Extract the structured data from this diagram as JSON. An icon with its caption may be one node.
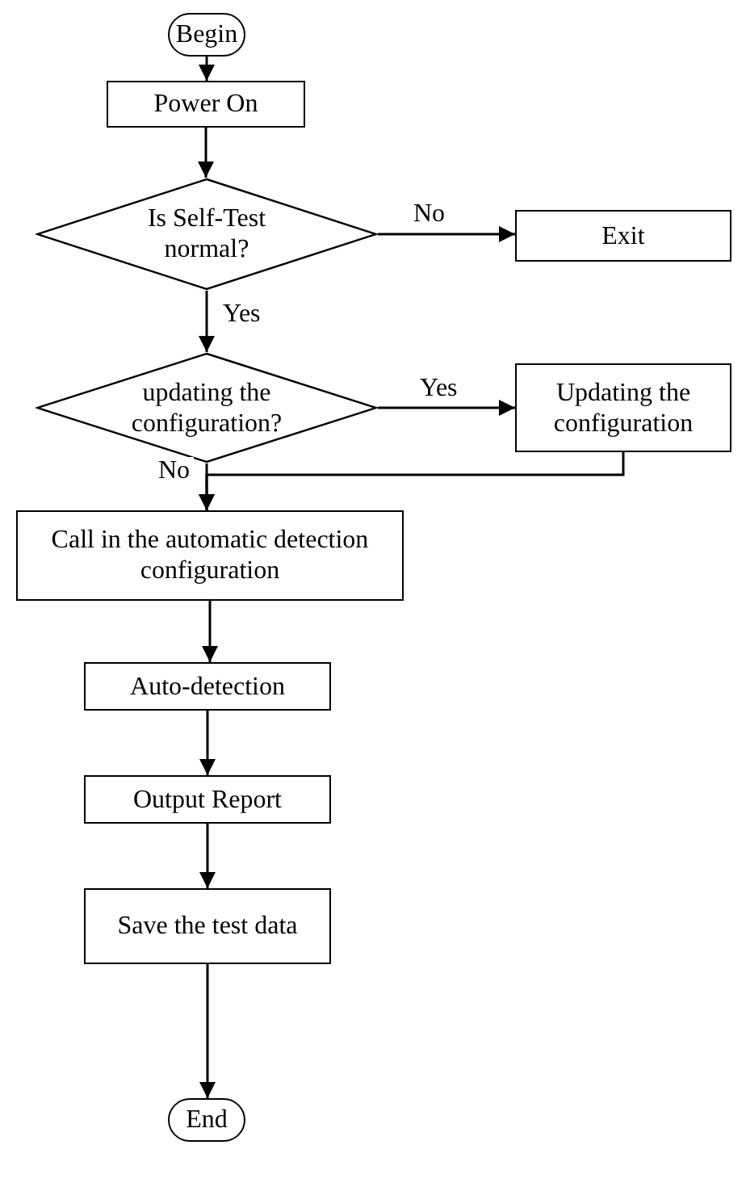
{
  "diagram": {
    "nodes": [
      {
        "text": [
          "Begin"
        ]
      },
      {
        "text": [
          "Power On"
        ]
      },
      {
        "text": [
          "Is Self-Test normal?"
        ]
      },
      {
        "text": [
          "Exit"
        ]
      },
      {
        "text": [
          "updating the configuration?"
        ]
      },
      {
        "text": [
          "Updating the configuration"
        ]
      },
      {
        "text": [
          "Call in the automatic detection configuration"
        ]
      },
      {
        "text": [
          "Auto-detection"
        ]
      },
      {
        "text": [
          "Output Report"
        ]
      },
      {
        "text": [
          "Save the test data"
        ]
      },
      {
        "text": [
          "End"
        ]
      }
    ],
    "edges": [
      {
        "from": 0,
        "to": 1,
        "arrow": "to"
      },
      {
        "from": 1,
        "to": 2,
        "arrow": "to"
      },
      {
        "from": 2,
        "to": 3,
        "arrow": "to",
        "label": "No"
      },
      {
        "from": 2,
        "to": 4,
        "arrow": "to",
        "label": "Yes"
      },
      {
        "from": 4,
        "to": 5,
        "arrow": "to",
        "label": "Yes"
      },
      {
        "from": 5,
        "to": 6,
        "arrow": "to"
      },
      {
        "from": 4,
        "to": 6,
        "arrow": "to",
        "label": "No"
      },
      {
        "from": 6,
        "to": 7,
        "arrow": "to"
      },
      {
        "from": 7,
        "to": 8,
        "arrow": "to"
      },
      {
        "from": 8,
        "to": 9,
        "arrow": "to"
      },
      {
        "from": 9,
        "to": 10,
        "arrow": "to"
      }
    ]
  }
}
